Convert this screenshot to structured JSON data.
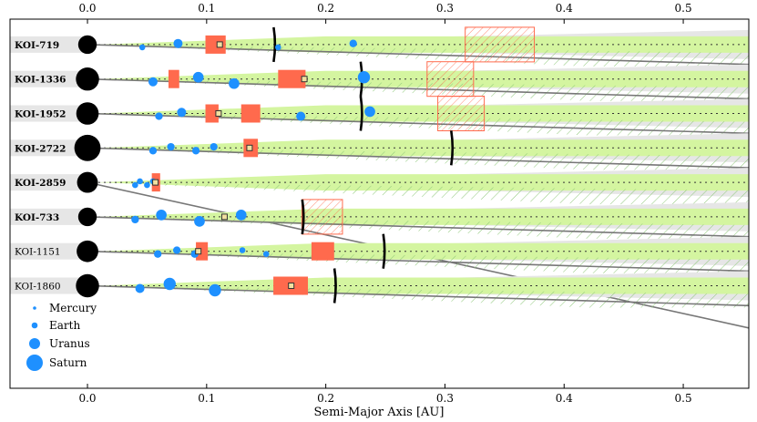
{
  "chart_data": {
    "type": "scatter",
    "xlabel": "Semi-Major Axis [AU]",
    "xlim": [
      -0.065,
      0.555
    ],
    "xticks": [
      0.0,
      0.1,
      0.2,
      0.3,
      0.4,
      0.5
    ],
    "xtick_labels": [
      "0.0",
      "0.1",
      "0.2",
      "0.3",
      "0.4",
      "0.5"
    ],
    "grid": false,
    "legend_position": "bottom-left",
    "colors": {
      "planet": "#1e90ff",
      "star": "#000000",
      "habitable_zone": "#ff6a4d",
      "stability_band": "#d4f5a0",
      "background_band": "#e6e6e6",
      "hatch": "#8fc97a",
      "hatch_red": "#ff6a4d"
    },
    "legend": [
      {
        "label": "Mercury",
        "size": 1
      },
      {
        "label": "Earth",
        "size": 2
      },
      {
        "label": "Uranus",
        "size": 3
      },
      {
        "label": "Saturn",
        "size": 4
      }
    ],
    "systems": [
      {
        "name": "KOI-719",
        "bold": true,
        "star_size": 1.0,
        "planets": [
          {
            "a": 0.046,
            "size": 1
          },
          {
            "a": 0.076,
            "size": 2
          },
          {
            "a": 0.16,
            "size": 1
          },
          {
            "a": 0.223,
            "size": 1.5
          }
        ],
        "hz": [
          0.099,
          0.116
        ],
        "marker_a": 0.111,
        "boundary_a": 0.157,
        "band_end": 0.555,
        "hatched_hz": [
          0.317,
          0.375
        ]
      },
      {
        "name": "KOI-1336",
        "bold": true,
        "star_size": 1.6,
        "planets": [
          {
            "a": 0.055,
            "size": 2
          },
          {
            "a": 0.093,
            "size": 2.5
          },
          {
            "a": 0.123,
            "size": 2.5
          },
          {
            "a": 0.232,
            "size": 3
          }
        ],
        "hz": [
          0.068,
          0.077,
          0.16,
          0.183
        ],
        "marker_a": 0.182,
        "boundary_a": 0.23,
        "band_end": 0.555,
        "hatched_hz": [
          0.285,
          0.324
        ]
      },
      {
        "name": "KOI-1952",
        "bold": true,
        "star_size": 1.5,
        "planets": [
          {
            "a": 0.06,
            "size": 1.5
          },
          {
            "a": 0.079,
            "size": 2
          },
          {
            "a": 0.179,
            "size": 2
          },
          {
            "a": 0.237,
            "size": 2.5
          }
        ],
        "hz": [
          0.099,
          0.11,
          0.129,
          0.145
        ],
        "marker_a": 0.11,
        "boundary_a": 0.23,
        "band_end": 0.555,
        "hatched_hz": [
          0.294,
          0.333
        ]
      },
      {
        "name": "KOI-2722",
        "bold": true,
        "star_size": 2.0,
        "planets": [
          {
            "a": 0.055,
            "size": 1.5
          },
          {
            "a": 0.07,
            "size": 1.5
          },
          {
            "a": 0.091,
            "size": 1.5
          },
          {
            "a": 0.106,
            "size": 1.5
          }
        ],
        "hz": [
          0.131,
          0.143
        ],
        "marker_a": 0.136,
        "boundary_a": 0.306,
        "band_end": 0.555,
        "hatched_hz": []
      },
      {
        "name": "KOI-2859",
        "bold": true,
        "star_size": 1.3,
        "planets": [
          {
            "a": 0.04,
            "size": 1
          },
          {
            "a": 0.044,
            "size": 1
          },
          {
            "a": 0.05,
            "size": 1
          },
          {
            "a": 0.055,
            "size": 1
          }
        ],
        "hz": [
          0.054,
          0.061
        ],
        "marker_a": 0.057,
        "boundary_a": null,
        "band_end": 0.555,
        "hatched_hz": []
      },
      {
        "name": "KOI-733",
        "bold": true,
        "star_size": 1.0,
        "planets": [
          {
            "a": 0.04,
            "size": 1.5
          },
          {
            "a": 0.062,
            "size": 2.5
          },
          {
            "a": 0.094,
            "size": 2.5
          },
          {
            "a": 0.129,
            "size": 2.5
          }
        ],
        "hz": [],
        "marker_a": 0.115,
        "boundary_a": 0.181,
        "band_end": 0.555,
        "hatched_hz": [
          0.18,
          0.214
        ]
      },
      {
        "name": "KOI-1151",
        "bold": false,
        "star_size": 1.4,
        "planets": [
          {
            "a": 0.059,
            "size": 1.5
          },
          {
            "a": 0.075,
            "size": 1.5
          },
          {
            "a": 0.09,
            "size": 1.5
          },
          {
            "a": 0.13,
            "size": 1
          },
          {
            "a": 0.15,
            "size": 1
          }
        ],
        "hz": [
          0.091,
          0.101,
          0.188,
          0.207
        ],
        "marker_a": 0.093,
        "boundary_a": 0.249,
        "band_end": 0.555,
        "hatched_hz": []
      },
      {
        "name": "KOI-1860",
        "bold": false,
        "star_size": 1.6,
        "planets": [
          {
            "a": 0.044,
            "size": 2
          },
          {
            "a": 0.069,
            "size": 3
          },
          {
            "a": 0.107,
            "size": 3
          }
        ],
        "hz": [
          0.156,
          0.185
        ],
        "marker_a": 0.171,
        "boundary_a": 0.208,
        "band_end": 0.555,
        "hatched_hz": []
      }
    ]
  }
}
